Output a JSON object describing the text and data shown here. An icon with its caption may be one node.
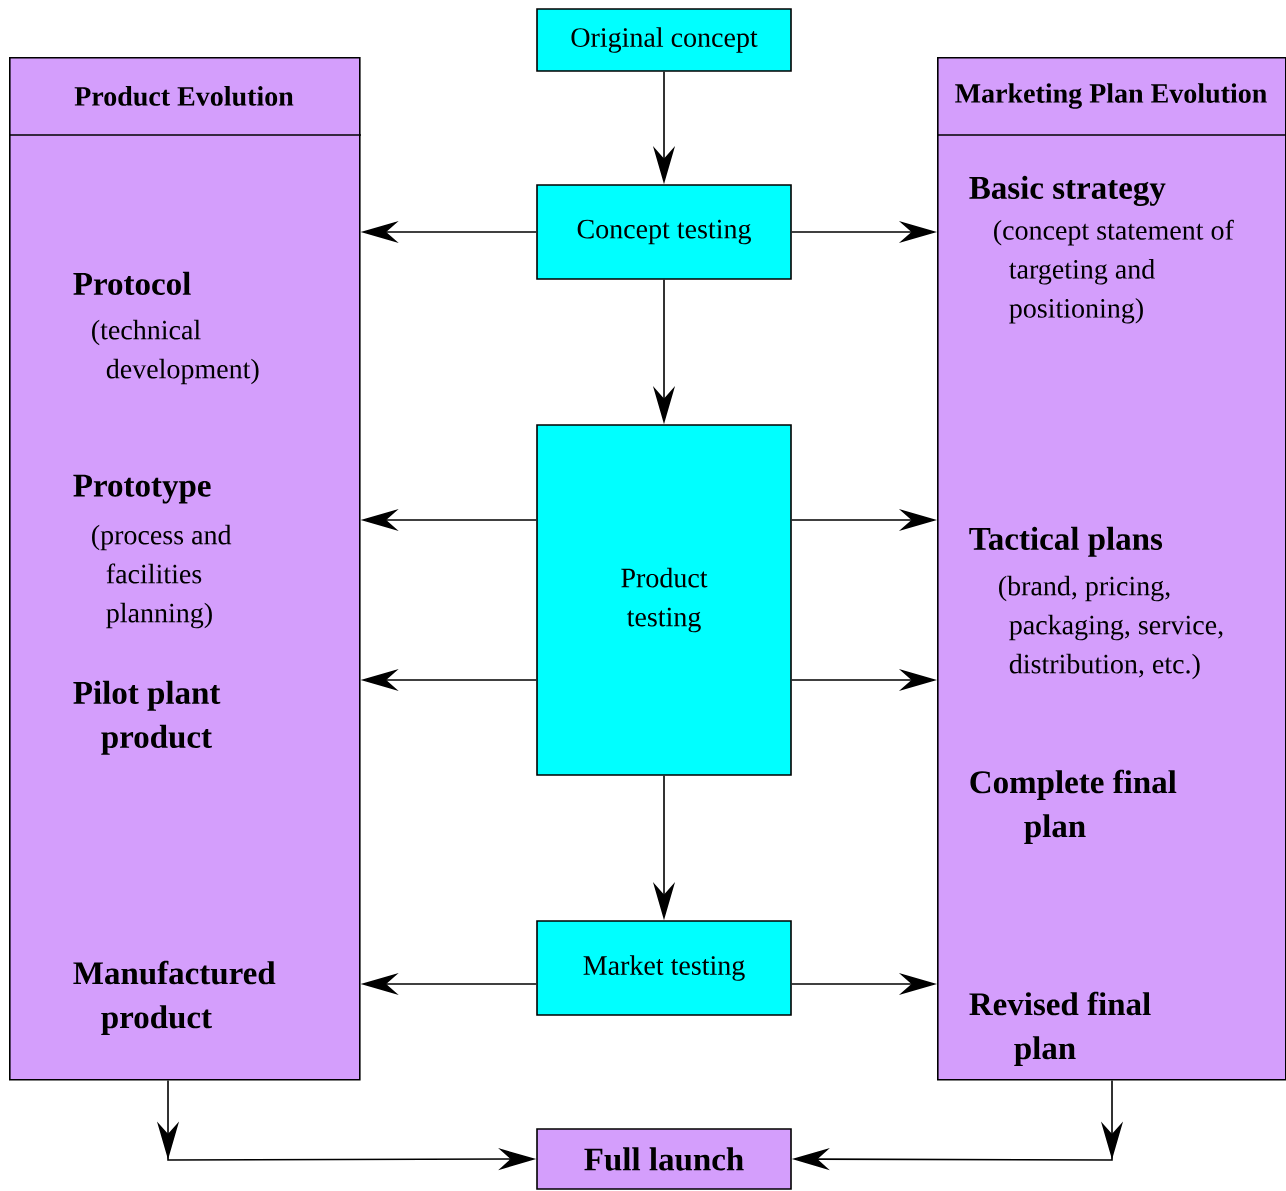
{
  "diagram": {
    "nodes": [
      {
        "text": [
          "Product Evolution",
          "Protocol",
          "(technical development)",
          "Prototype",
          "(process and facilities planning)",
          "Pilot plant product",
          "Manufactured product"
        ]
      },
      {
        "text": [
          "Original concept"
        ]
      },
      {
        "text": [
          "Concept  testing"
        ]
      },
      {
        "text": [
          "Product testing"
        ]
      },
      {
        "text": [
          "Market testing"
        ]
      },
      {
        "text": [
          "Marketing Plan Evolution",
          "Basic strategy",
          "(concept statement of targeting and positioning)",
          "Tactical plans",
          "(brand, pricing, packaging, service, distribution, etc.)",
          "Complete final plan",
          "Revised final plan"
        ]
      },
      {
        "text": [
          "Full launch"
        ]
      }
    ],
    "edges": [
      {
        "from": 1,
        "to": 2,
        "arrow": "to"
      },
      {
        "from": 2,
        "to": 0,
        "arrow": "to"
      },
      {
        "from": 2,
        "to": 5,
        "arrow": "to"
      },
      {
        "from": 2,
        "to": 3,
        "arrow": "to"
      },
      {
        "from": 3,
        "to": 0,
        "arrow": "to"
      },
      {
        "from": 3,
        "to": 5,
        "arrow": "to"
      },
      {
        "from": 3,
        "to": 0,
        "arrow": "to"
      },
      {
        "from": 3,
        "to": 5,
        "arrow": "to"
      },
      {
        "from": 3,
        "to": 4,
        "arrow": "to"
      },
      {
        "from": 4,
        "to": 0,
        "arrow": "to"
      },
      {
        "from": 4,
        "to": 5,
        "arrow": "to"
      },
      {
        "from": 0,
        "to": 6,
        "arrow": "to"
      },
      {
        "from": 5,
        "to": 6,
        "arrow": "to"
      }
    ]
  }
}
